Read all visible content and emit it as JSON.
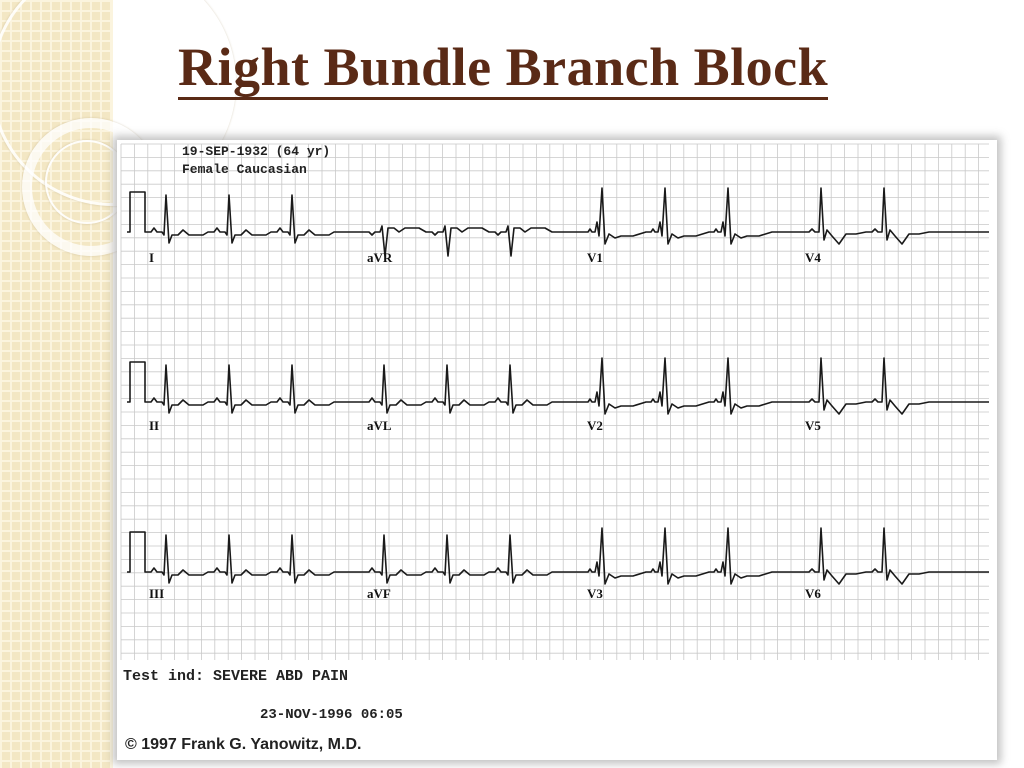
{
  "slide": {
    "title": "Right Bundle Branch Block"
  },
  "ecg": {
    "patient_dob": "19-SEP-1932 (64 yr)",
    "patient_info": "Female Caucasian",
    "test_indication": "Test ind: SEVERE ABD PAIN",
    "recording_date": "23-NOV-1996   06:05",
    "copyright": "© 1997 Frank G. Yanowitz, M.D.",
    "leads": [
      [
        "I",
        "aVR",
        "V1",
        "V4"
      ],
      [
        "II",
        "aVL",
        "V2",
        "V5"
      ],
      [
        "III",
        "aVF",
        "V3",
        "V6"
      ]
    ]
  },
  "colors": {
    "title": "#5a2a16",
    "grid": "#c9c9c9",
    "trace": "#1a1a1a",
    "strip": "#f3e7c4"
  }
}
